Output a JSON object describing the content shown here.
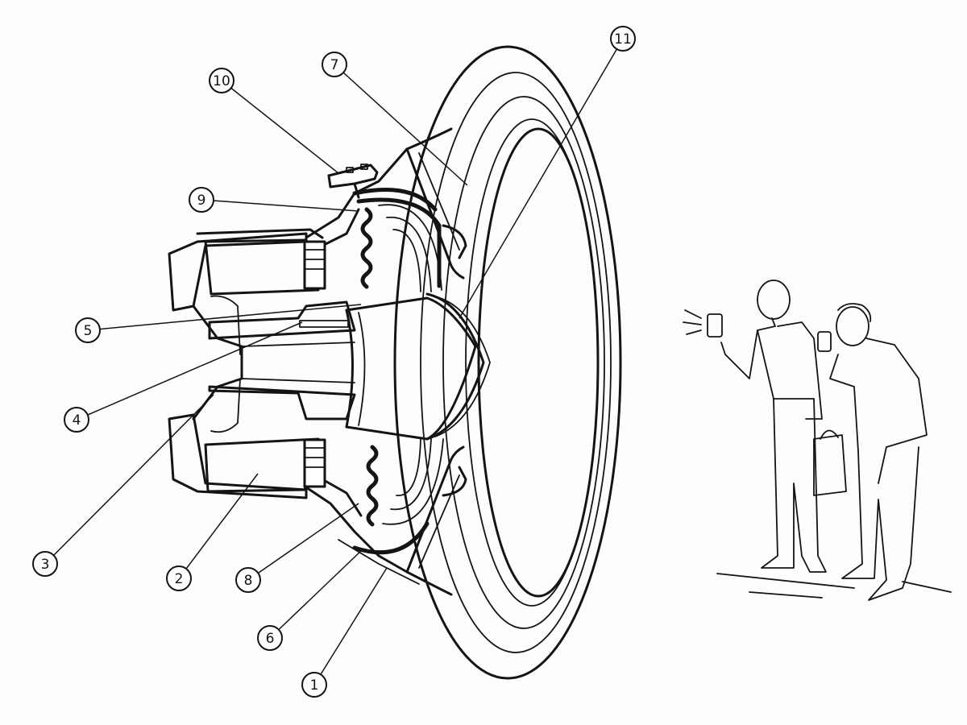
{
  "diagram": {
    "subject": "loudspeaker-cutaway",
    "ink_color": "#141414",
    "paper_color": "#fdfdfd",
    "callouts": [
      {
        "id": "c1",
        "label": "1"
      },
      {
        "id": "c2",
        "label": "2"
      },
      {
        "id": "c3",
        "label": "3"
      },
      {
        "id": "c4",
        "label": "4"
      },
      {
        "id": "c5",
        "label": "5"
      },
      {
        "id": "c6",
        "label": "6"
      },
      {
        "id": "c7",
        "label": "7"
      },
      {
        "id": "c8",
        "label": "8"
      },
      {
        "id": "c9",
        "label": "9"
      },
      {
        "id": "c10",
        "label": "10"
      },
      {
        "id": "c11",
        "label": "11"
      }
    ]
  }
}
